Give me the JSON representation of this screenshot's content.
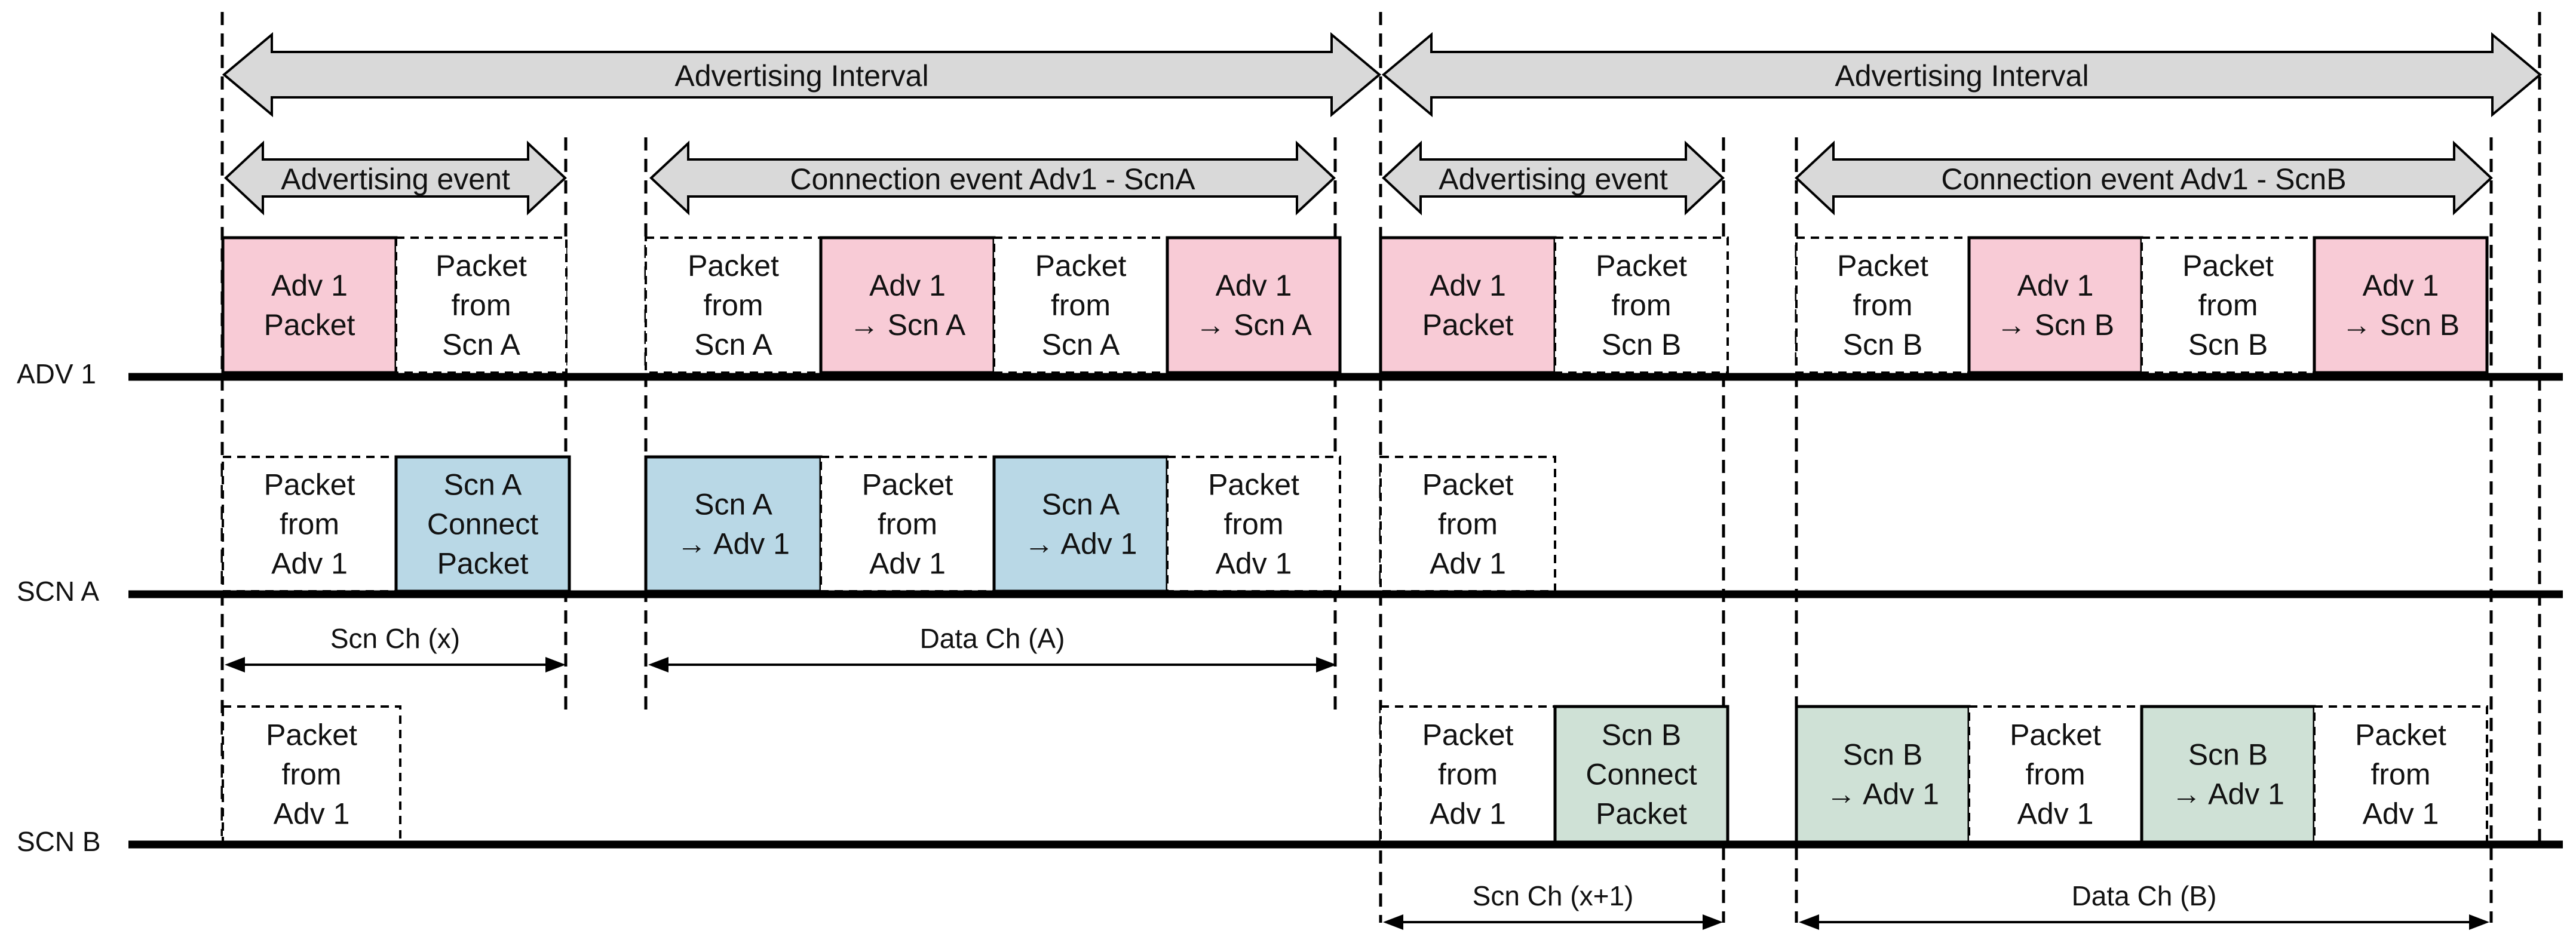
{
  "colors": {
    "adv_packet": "#f8cbd6",
    "scn_a_packet": "#b9d8e6",
    "scn_b_packet": "#cfe1d6",
    "arrow_fill": "#d9d9d9",
    "line": "#000000"
  },
  "rows": [
    "ADV 1",
    "SCN A",
    "SCN B"
  ],
  "intervals": [
    "Advertising Interval",
    "Advertising Interval"
  ],
  "events": [
    "Advertising event",
    "Connection event Adv1 - ScnA",
    "Advertising event",
    "Connection event Adv1 - ScnB"
  ],
  "packets": [
    {
      "row": 0,
      "lines": [
        "Adv 1",
        "Packet"
      ],
      "style": "adv"
    },
    {
      "row": 0,
      "lines": [
        "Packet",
        "from",
        "Scn A"
      ],
      "style": "dashed"
    },
    {
      "row": 0,
      "lines": [
        "Packet",
        "from",
        "Scn A"
      ],
      "style": "dashed"
    },
    {
      "row": 0,
      "lines": [
        "Adv 1",
        "→ Scn A"
      ],
      "style": "adv"
    },
    {
      "row": 0,
      "lines": [
        "Packet",
        "from",
        "Scn A"
      ],
      "style": "dashed"
    },
    {
      "row": 0,
      "lines": [
        "Adv 1",
        "→ Scn A"
      ],
      "style": "adv"
    },
    {
      "row": 0,
      "lines": [
        "Adv 1",
        "Packet"
      ],
      "style": "adv"
    },
    {
      "row": 0,
      "lines": [
        "Packet",
        "from",
        "Scn B"
      ],
      "style": "dashed"
    },
    {
      "row": 0,
      "lines": [
        "Packet",
        "from",
        "Scn B"
      ],
      "style": "dashed"
    },
    {
      "row": 0,
      "lines": [
        "Adv 1",
        "→ Scn B"
      ],
      "style": "adv"
    },
    {
      "row": 0,
      "lines": [
        "Packet",
        "from",
        "Scn B"
      ],
      "style": "dashed"
    },
    {
      "row": 0,
      "lines": [
        "Adv 1",
        "→ Scn B"
      ],
      "style": "adv"
    },
    {
      "row": 1,
      "lines": [
        "Packet",
        "from",
        "Adv 1"
      ],
      "style": "dashed"
    },
    {
      "row": 1,
      "lines": [
        "Scn A",
        "Connect",
        "Packet"
      ],
      "style": "scna"
    },
    {
      "row": 1,
      "lines": [
        "Scn A",
        "→ Adv 1"
      ],
      "style": "scna"
    },
    {
      "row": 1,
      "lines": [
        "Packet",
        "from",
        "Adv 1"
      ],
      "style": "dashed"
    },
    {
      "row": 1,
      "lines": [
        "Scn A",
        "→ Adv 1"
      ],
      "style": "scna"
    },
    {
      "row": 1,
      "lines": [
        "Packet",
        "from",
        "Adv 1"
      ],
      "style": "dashed"
    },
    {
      "row": 1,
      "lines": [
        "Packet",
        "from",
        "Adv 1"
      ],
      "style": "dashed"
    },
    {
      "row": 2,
      "lines": [
        "Packet",
        "from",
        "Adv 1"
      ],
      "style": "dashed"
    },
    {
      "row": 2,
      "lines": [
        "Packet",
        "from",
        "Adv 1"
      ],
      "style": "dashed"
    },
    {
      "row": 2,
      "lines": [
        "Scn B",
        "Connect",
        "Packet"
      ],
      "style": "scnb"
    },
    {
      "row": 2,
      "lines": [
        "Scn B",
        "→ Adv 1"
      ],
      "style": "scnb"
    },
    {
      "row": 2,
      "lines": [
        "Packet",
        "from",
        "Adv 1"
      ],
      "style": "dashed"
    },
    {
      "row": 2,
      "lines": [
        "Scn B",
        "→ Adv 1"
      ],
      "style": "scnb"
    },
    {
      "row": 2,
      "lines": [
        "Packet",
        "from",
        "Adv 1"
      ],
      "style": "dashed"
    }
  ],
  "channels": [
    "Scn Ch (x)",
    "Data Ch (A)",
    "Scn Ch (x+1)",
    "Data Ch (B)"
  ]
}
